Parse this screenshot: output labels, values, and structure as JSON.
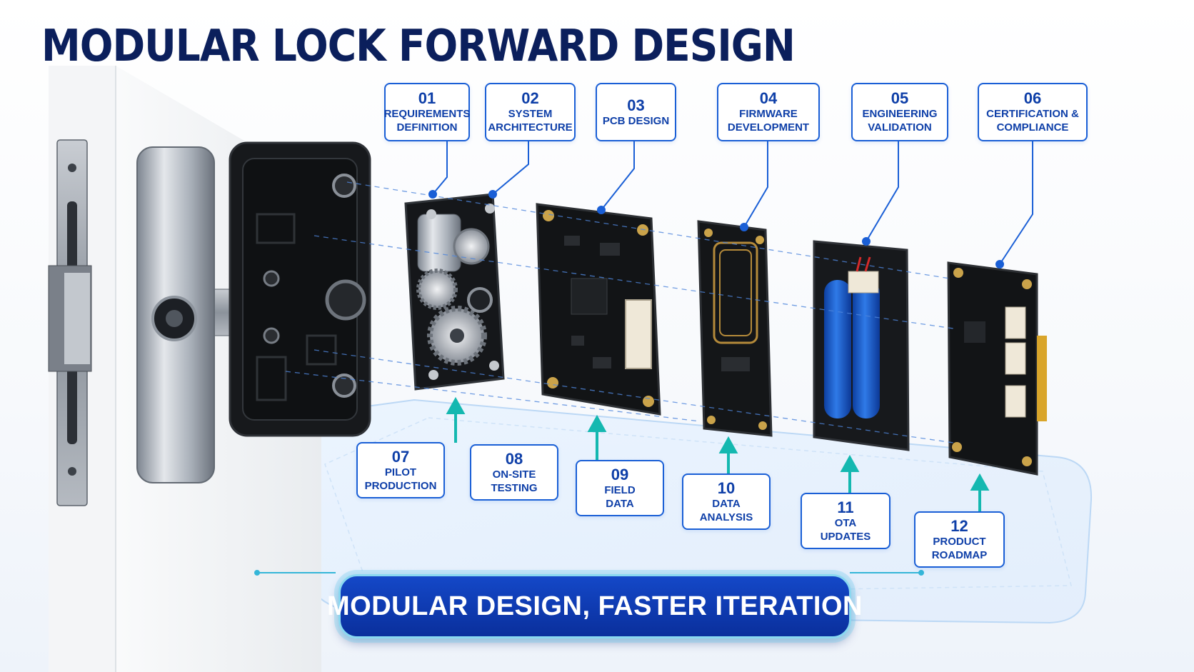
{
  "title": "MODULAR LOCK FORWARD DESIGN",
  "banner": "MODULAR DESIGN, FASTER ITERATION",
  "steps": [
    {
      "num": "01",
      "label": "REQUIREMENTS\nDEFINITION"
    },
    {
      "num": "02",
      "label": "SYSTEM\nARCHITECTURE"
    },
    {
      "num": "03",
      "label": "PCB DESIGN"
    },
    {
      "num": "04",
      "label": "FIRMWARE\nDEVELOPMENT"
    },
    {
      "num": "05",
      "label": "ENGINEERING\nVALIDATION"
    },
    {
      "num": "06",
      "label": "CERTIFICATION &\nCOMPLIANCE"
    },
    {
      "num": "07",
      "label": "PILOT\nPRODUCTION"
    },
    {
      "num": "08",
      "label": "ON-SITE\nTESTING"
    },
    {
      "num": "09",
      "label": "FIELD\nDATA"
    },
    {
      "num": "10",
      "label": "DATA\nANALYSIS"
    },
    {
      "num": "11",
      "label": "OTA\nUPDATES"
    },
    {
      "num": "12",
      "label": "PRODUCT\nROADMAP"
    }
  ],
  "colors": {
    "title": "#0b1f5c",
    "box_border": "#1a5fd6",
    "box_text": "#0e3fa8",
    "arrow": "#14b8b0",
    "banner_fill": "#0a2f9c",
    "banner_glow": "#8ad8f0"
  }
}
